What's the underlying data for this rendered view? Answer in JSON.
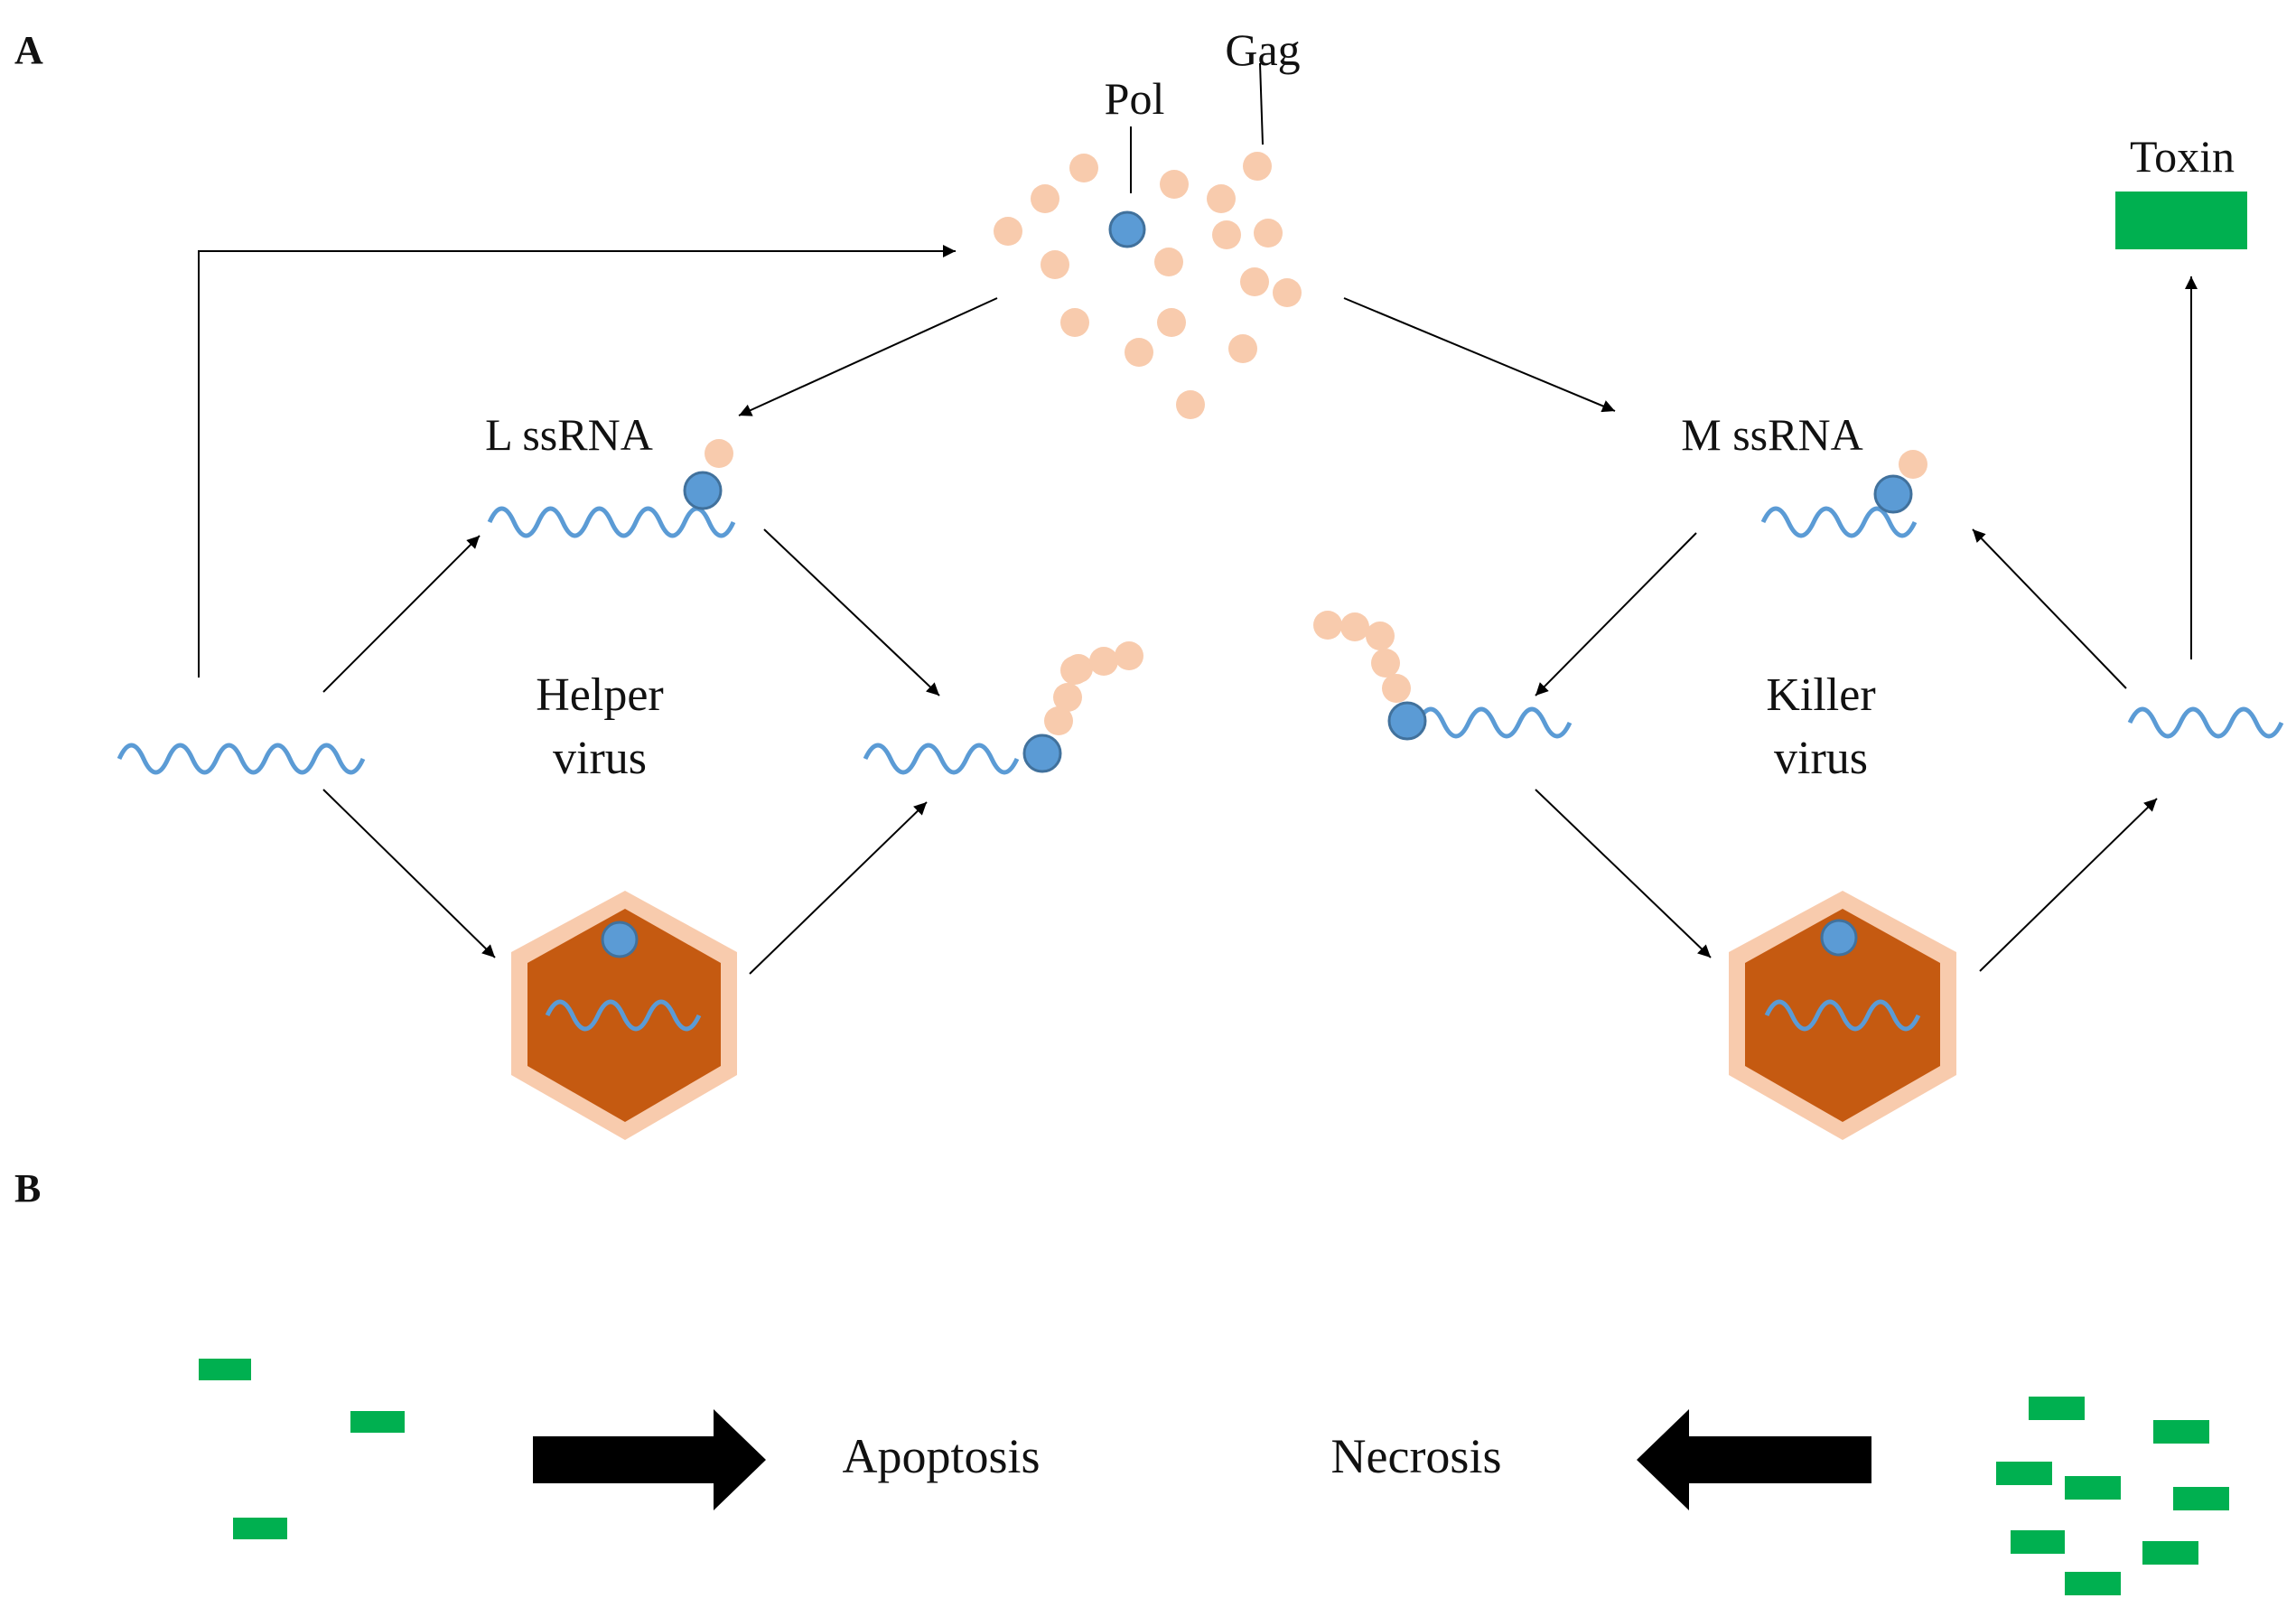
{
  "panels": {
    "a": "A",
    "b": "B"
  },
  "labels": {
    "gag": "Gag",
    "pol": "Pol",
    "toxin": "Toxin",
    "l_ssrna": "L ssRNA",
    "m_ssrna": "M ssRNA",
    "helper_line1": "Helper",
    "helper_line2": "virus",
    "killer_line1": "Killer",
    "killer_line2": "virus",
    "apoptosis": "Apoptosis",
    "necrosis": "Necrosis"
  },
  "colors": {
    "rna": "#5B9BD5",
    "polymerase": "#5B9BD5",
    "gag_protein": "#F8CBAD",
    "capsid_outer": "#F8CBAD",
    "capsid_inner": "#C55A11",
    "toxin": "#00B050",
    "arrow": "#000000"
  }
}
